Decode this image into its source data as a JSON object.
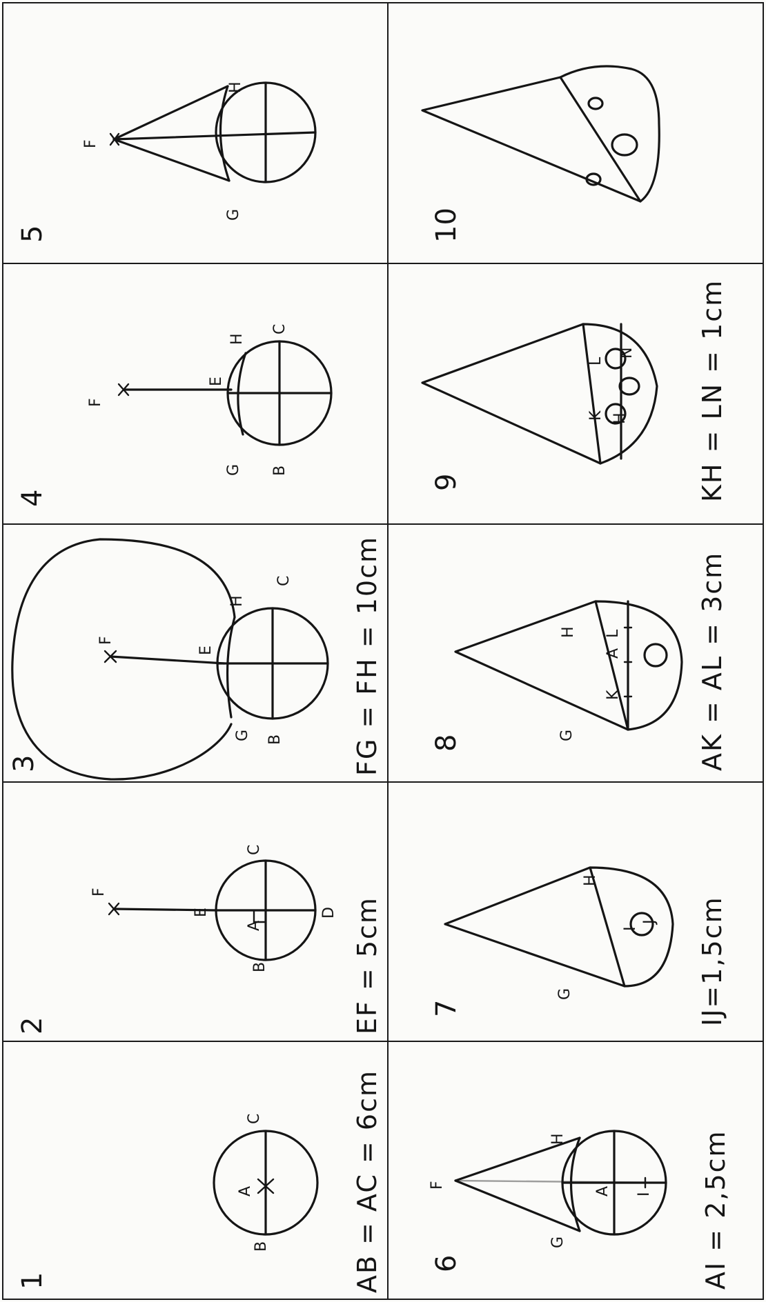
{
  "panels": [
    {
      "number": "1",
      "points": {
        "A": "A",
        "B": "B",
        "C": "C"
      },
      "caption": "AB = AC = 6cm"
    },
    {
      "number": "2",
      "points": {
        "A": "A",
        "B": "B",
        "C": "C",
        "D": "D",
        "E": "E",
        "F": "F"
      },
      "caption": "EF = 5cm"
    },
    {
      "number": "3",
      "points": {
        "B": "B",
        "C": "C",
        "E": "E",
        "F": "F",
        "G": "G",
        "H": "H"
      },
      "caption": "FG = FH = 10cm"
    },
    {
      "number": "4",
      "points": {
        "B": "B",
        "C": "C",
        "E": "E",
        "F": "F",
        "G": "G",
        "H": "H"
      },
      "caption": ""
    },
    {
      "number": "5",
      "points": {
        "F": "F",
        "G": "G",
        "H": "H"
      },
      "caption": ""
    },
    {
      "number": "6",
      "points": {
        "A": "A",
        "F": "F",
        "G": "G",
        "H": "H",
        "I": "I"
      },
      "caption": "AI = 2,5cm"
    },
    {
      "number": "7",
      "points": {
        "G": "G",
        "H": "H",
        "I": "I",
        "J": "J"
      },
      "caption": "IJ=1,5cm"
    },
    {
      "number": "8",
      "points": {
        "A": "A",
        "G": "G",
        "H": "H",
        "K": "K",
        "L": "L"
      },
      "caption": "AK = AL = 3cm"
    },
    {
      "number": "9",
      "points": {
        "H": "H",
        "K": "K",
        "L": "L",
        "N": "N"
      },
      "caption": "KH = LN = 1cm"
    },
    {
      "number": "10",
      "points": {},
      "caption": ""
    }
  ]
}
